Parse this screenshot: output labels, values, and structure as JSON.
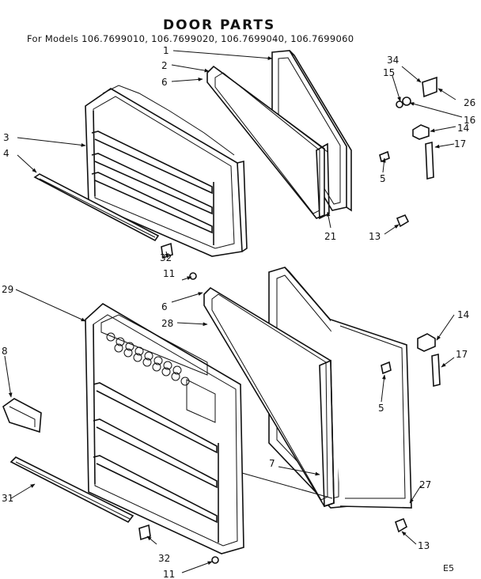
{
  "title": "DOOR PARTS",
  "subtitle": "For Models 106.7699010, 106.7699020, 106.7699040, 106.7699060",
  "page_code": "E5",
  "callouts": [
    "1",
    "2",
    "6",
    "34",
    "15",
    "26",
    "16",
    "3",
    "4",
    "14",
    "17",
    "5",
    "21",
    "13",
    "32",
    "11",
    "29",
    "6",
    "28",
    "8",
    "14",
    "17",
    "5",
    "7",
    "31",
    "27",
    "13",
    "32",
    "11"
  ]
}
